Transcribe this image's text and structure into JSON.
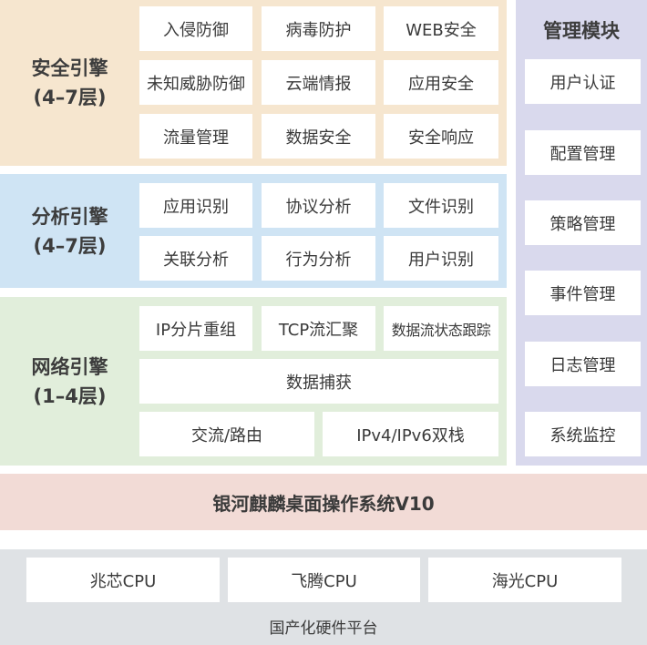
{
  "colors": {
    "security_bg": "#f6e6cf",
    "analysis_bg": "#cfe4f4",
    "network_bg": "#e1eedb",
    "management_bg": "#d9d9ed",
    "os_bg": "#f2dbd6",
    "hardware_bg": "#dfe2e5",
    "box_bg": "#ffffff"
  },
  "security_engine": {
    "title_line1": "安全引擎",
    "title_line2": "(4–7层)",
    "items": [
      "入侵防御",
      "病毒防护",
      "WEB安全",
      "未知威胁防御",
      "云端情报",
      "应用安全",
      "流量管理",
      "数据安全",
      "安全响应"
    ]
  },
  "analysis_engine": {
    "title_line1": "分析引擎",
    "title_line2": "(4–7层)",
    "items": [
      "应用识别",
      "协议分析",
      "文件识别",
      "关联分析",
      "行为分析",
      "用户识别"
    ]
  },
  "network_engine": {
    "title_line1": "网络引擎",
    "title_line2": "(1–4层)",
    "row1": [
      "IP分片重组",
      "TCP流汇聚",
      "数据流状态跟踪"
    ],
    "row2": "数据捕获",
    "row3": [
      "交流/路由",
      "IPv4/IPv6双栈"
    ]
  },
  "management_module": {
    "title": "管理模块",
    "items": [
      "用户认证",
      "配置管理",
      "策略管理",
      "事件管理",
      "日志管理",
      "系统监控"
    ]
  },
  "os_layer": {
    "title": "银河麒麟桌面操作系统V10"
  },
  "hardware_platform": {
    "cpus": [
      "兆芯CPU",
      "飞腾CPU",
      "海光CPU"
    ],
    "title": "国产化硬件平台"
  }
}
